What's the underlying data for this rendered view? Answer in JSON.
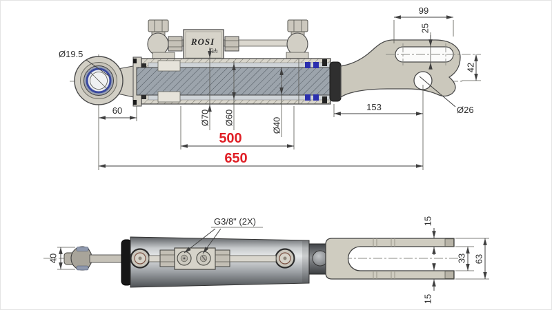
{
  "page": {
    "title": "Hydraulic top link cylinder - dimensional drawing"
  },
  "colors": {
    "dimension_red": "#e01f26",
    "seal_blue": "#2b2fae",
    "metal_beige": "#d2cfc5",
    "line_dark": "#3f3f3f"
  },
  "brand_plate": {
    "name": "ROSI",
    "sub": "Teh"
  },
  "top_view": {
    "dimensions": {
      "eye_hole_diameter": "Ø19.5",
      "eye_to_body": "60",
      "tube_outer_diameter": "Ø70",
      "bore_diameter": "Ø60",
      "rod_diameter": "Ø40",
      "stroke_length": "500",
      "overall_length": "650",
      "rod_extension": "153",
      "bracket_hole_diameter": "Ø26",
      "slot_length": "99",
      "slot_width": "25",
      "slot_to_hole": "42"
    }
  },
  "bottom_view": {
    "port_label": "G3/8\" (2X)",
    "dimensions": {
      "ball_joint_width": "40",
      "fork_prong_top": "15",
      "fork_gap": "33",
      "fork_height": "63",
      "fork_prong_bottom": "15"
    }
  }
}
